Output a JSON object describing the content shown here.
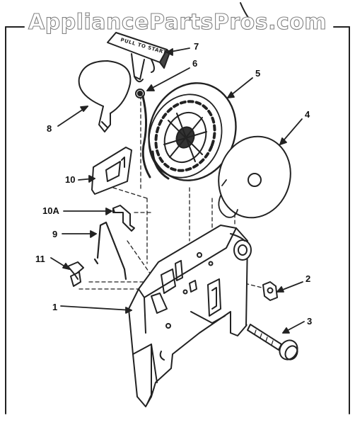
{
  "watermark": "AppliancePartsPros.com",
  "handle_text": "PULL TO START",
  "callouts": {
    "c1": "1",
    "c2": "2",
    "c3": "3",
    "c4": "4",
    "c5": "5",
    "c6": "6",
    "c7": "7",
    "c8": "8",
    "c9": "9",
    "c10": "10",
    "c10a": "10A",
    "c11": "11"
  }
}
